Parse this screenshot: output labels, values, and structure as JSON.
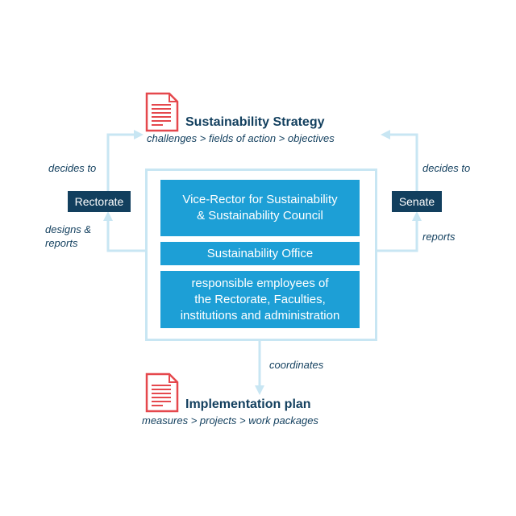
{
  "strategy": {
    "title": "Sustainability Strategy",
    "subtitle": "challenges > fields of action > objectives",
    "icon": "document-icon"
  },
  "plan": {
    "title": "Implementation plan",
    "subtitle": "measures > projects > work packages",
    "icon": "document-icon"
  },
  "rectorate": {
    "label": "Rectorate",
    "decides": "decides to",
    "designs_line1": "designs &",
    "designs_line2": "reports"
  },
  "senate": {
    "label": "Senate",
    "decides": "decides to",
    "reports": "reports"
  },
  "center": {
    "box1_line1": "Vice-Rector for Sustainability",
    "box1_line2": "& Sustainability Council",
    "box2": "Sustainability Office",
    "box3_line1": "responsible employees of",
    "box3_line2": "the Rectorate, Faculties,",
    "box3_line3": "institutions and administration"
  },
  "coordinates": "coordinates",
  "colors": {
    "dark_blue": "#123f5e",
    "box_blue": "#1d9fd6",
    "line_blue": "#c8e6f3",
    "doc_red": "#e5484d"
  }
}
